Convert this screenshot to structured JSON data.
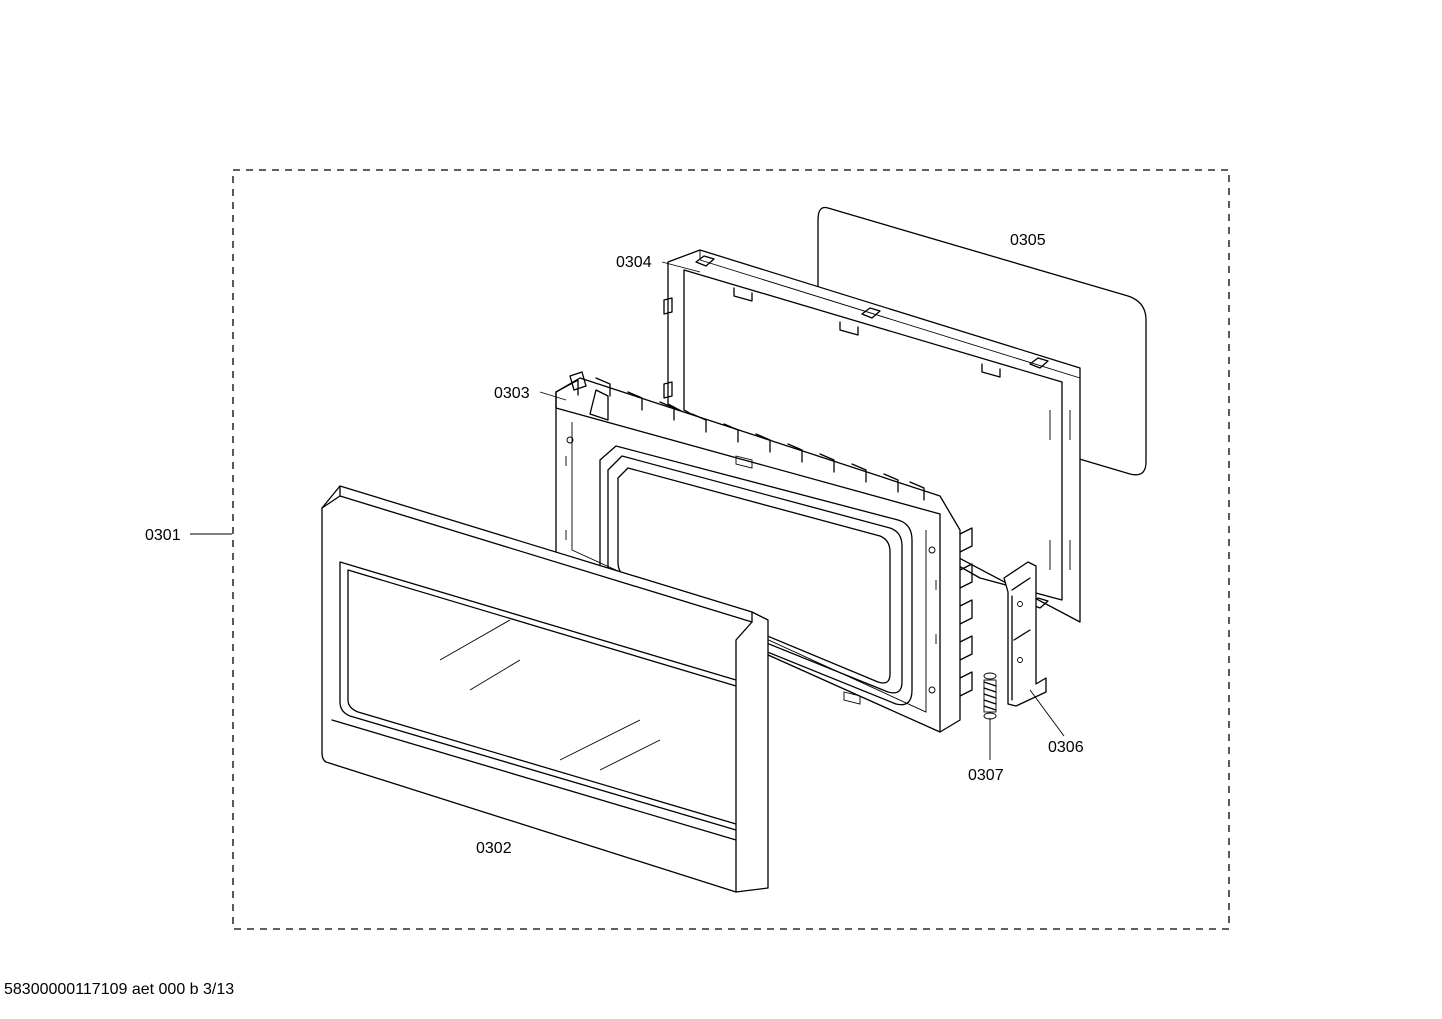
{
  "diagram": {
    "assembly_label": "0301",
    "parts": [
      {
        "id": "door-frame",
        "label": "0302"
      },
      {
        "id": "inner-door",
        "label": "0303"
      },
      {
        "id": "choke-frame",
        "label": "0304"
      },
      {
        "id": "window-panel",
        "label": "0305"
      },
      {
        "id": "door-hook",
        "label": "0306"
      },
      {
        "id": "hook-spring",
        "label": "0307"
      }
    ]
  },
  "footer": {
    "document_code": "58300000117109 aet 000 b 3/13"
  }
}
